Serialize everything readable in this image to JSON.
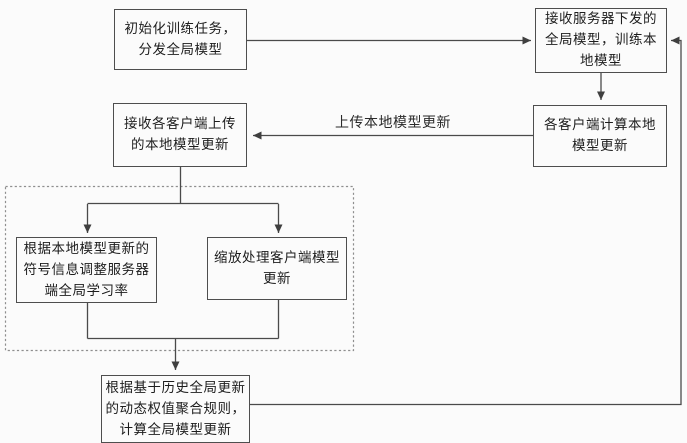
{
  "figure": {
    "type": "flowchart",
    "background_color": "#fbfbfb",
    "line_color": "#4a4a4a",
    "box_border_color": "#4e4e4e",
    "dashed_border_color": "#8e8e8e",
    "text_color": "#1d1d1d",
    "nodes": {
      "init_task": {
        "lines": [
          "初始化训练任务，",
          "分发全局模型"
        ]
      },
      "receive_global_model": {
        "lines": [
          "接收服务器下发的",
          "全局模型，训练本",
          "地模型"
        ]
      },
      "compute_local_update": {
        "lines": [
          "各客户端计算本地",
          "模型更新"
        ]
      },
      "receive_client_updates": {
        "lines": [
          "接收各客户端上传",
          "的本地模型更新"
        ]
      },
      "adjust_learning_rate": {
        "lines": [
          "根据本地模型更新的",
          "符号信息调整服务器",
          "端全局学习率"
        ]
      },
      "scale_client_update": {
        "lines": [
          "缩放处理客户端模型",
          "更新"
        ]
      },
      "aggregate_global_update": {
        "lines": [
          "根据基于历史全局更新",
          "的动态权值聚合规则，",
          "计算全局模型更新"
        ]
      }
    },
    "edge_labels": {
      "upload_update": "上传本地模型更新"
    }
  }
}
